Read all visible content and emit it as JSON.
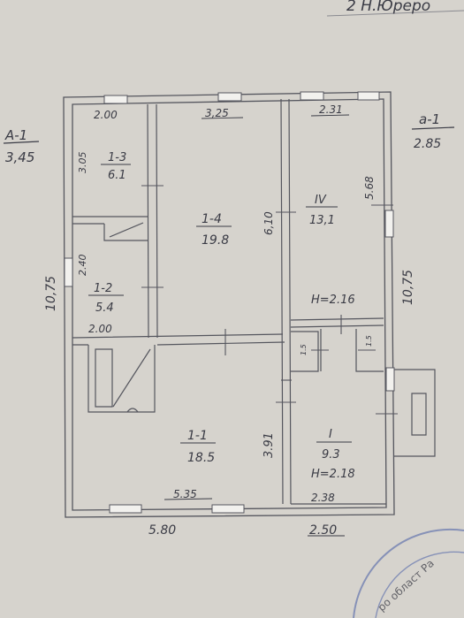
{
  "header_text": "2 Н.Юреро",
  "stamp_text": "ро област Ра",
  "outside_labels": {
    "left_code": "А-1",
    "left_value": "3,45",
    "right_code": "а-1",
    "right_value": "2.85"
  },
  "wall_dims": {
    "bottom_left": "5.80",
    "bottom_right": "2.50",
    "left_side": "10,75",
    "right_side": "10,75"
  },
  "room_dims": {
    "top_1_3": "2.00",
    "top_1_4": "3,25",
    "top_iv": "2.31",
    "height_1_3": "3.05",
    "height_1_2": "2.40",
    "bottom_1_2": "2.00",
    "height_1_4": "6,10",
    "height_iv": "5.68",
    "bottom_1_1": "5.35",
    "height_1_1": "3.91",
    "bottom_i": "2.38",
    "small_a": "1.5",
    "small_b": "1.5"
  },
  "rooms": {
    "r13": {
      "name": "1-3",
      "area": "6.1"
    },
    "r14": {
      "name": "1-4",
      "area": "19.8"
    },
    "r12": {
      "name": "1-2",
      "area": "5.4"
    },
    "r11": {
      "name": "1-1",
      "area": "18.5"
    },
    "riv": {
      "name": "IV",
      "area": "13,1"
    },
    "ri": {
      "name": "I",
      "area": "9.3"
    }
  },
  "heights": {
    "upper": "H=2.16",
    "lower": "H=2.18"
  },
  "colors": {
    "paper": "#d9d6d0",
    "ink": "#3a3b45",
    "wall": "#55565e"
  }
}
